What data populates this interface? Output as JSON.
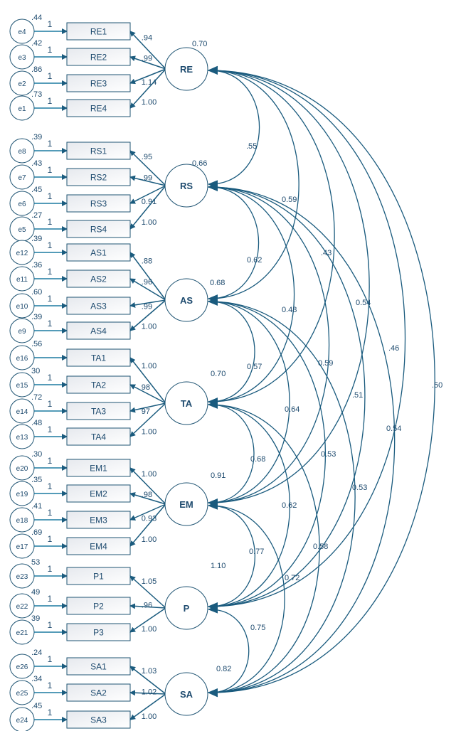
{
  "colors": {
    "path": "#1a5b7e",
    "text": "#1d4a6e",
    "box_stroke": "#1f5473"
  },
  "factors": [
    {
      "name": "RE",
      "variance": "0.70",
      "indicators": [
        {
          "name": "RE1",
          "error": "e4",
          "error_var": ".44",
          "fixed": "1",
          "loading": ".94"
        },
        {
          "name": "RE2",
          "error": "e3",
          "error_var": ".42",
          "fixed": "1",
          "loading": ".99"
        },
        {
          "name": "RE3",
          "error": "e2",
          "error_var": ".86",
          "fixed": "1",
          "loading": "1.14"
        },
        {
          "name": "RE4",
          "error": "e1",
          "error_var": ".73",
          "fixed": "1",
          "loading": "1.00"
        }
      ]
    },
    {
      "name": "RS",
      "variance": "0.66",
      "indicators": [
        {
          "name": "RS1",
          "error": "e8",
          "error_var": ".39",
          "fixed": "1",
          "loading": ".95"
        },
        {
          "name": "RS2",
          "error": "e7",
          "error_var": ".43",
          "fixed": "1",
          "loading": ".99"
        },
        {
          "name": "RS3",
          "error": "e6",
          "error_var": ".45",
          "fixed": "1",
          "loading": "0.91"
        },
        {
          "name": "RS4",
          "error": "e5",
          "error_var": ".27",
          "fixed": "1",
          "loading": "1.00"
        }
      ]
    },
    {
      "name": "AS",
      "variance": "0.68",
      "indicators": [
        {
          "name": "AS1",
          "error": "e12",
          "error_var": ".39",
          "fixed": "1",
          "loading": ".88"
        },
        {
          "name": "AS2",
          "error": "e11",
          "error_var": ".36",
          "fixed": "1",
          "loading": ".96"
        },
        {
          "name": "AS3",
          "error": "e10",
          "error_var": ".60",
          "fixed": "1",
          "loading": ".99"
        },
        {
          "name": "AS4",
          "error": "e9",
          "error_var": ".39",
          "fixed": "1",
          "loading": "1.00"
        }
      ]
    },
    {
      "name": "TA",
      "variance": "0.70",
      "indicators": [
        {
          "name": "TA1",
          "error": "e16",
          "error_var": ".56",
          "fixed": "",
          "loading": "1.00"
        },
        {
          "name": "TA2",
          "error": "e15",
          "error_var": "30",
          "fixed": "1",
          "loading": "98"
        },
        {
          "name": "TA3",
          "error": "e14",
          "error_var": ".72",
          "fixed": "1",
          "loading": "97"
        },
        {
          "name": "TA4",
          "error": "e13",
          "error_var": ".48",
          "fixed": "1",
          "loading": "1.00"
        }
      ]
    },
    {
      "name": "EM",
      "variance": "0.91",
      "indicators": [
        {
          "name": "EM1",
          "error": "e20",
          "error_var": ".30",
          "fixed": "1",
          "loading": "1.00"
        },
        {
          "name": "EM2",
          "error": "e19",
          "error_var": ".35",
          "fixed": "1",
          "loading": ".98"
        },
        {
          "name": "EM3",
          "error": "e18",
          "error_var": ".41",
          "fixed": "1",
          "loading": "0.93"
        },
        {
          "name": "EM4",
          "error": "e17",
          "error_var": ".69",
          "fixed": "1",
          "loading": "1.00"
        }
      ]
    },
    {
      "name": "P",
      "variance": "1.10",
      "indicators": [
        {
          "name": "P1",
          "error": "e23",
          "error_var": "53",
          "fixed": "1",
          "loading": "1.05"
        },
        {
          "name": "P2",
          "error": "e22",
          "error_var": "49",
          "fixed": "1",
          "loading": ".96"
        },
        {
          "name": "P3",
          "error": "e21",
          "error_var": "39",
          "fixed": "1",
          "loading": "1.00"
        }
      ]
    },
    {
      "name": "SA",
      "variance": "0.82",
      "indicators": [
        {
          "name": "SA1",
          "error": "e26",
          "error_var": ".24",
          "fixed": "1",
          "loading": "1.03"
        },
        {
          "name": "SA2",
          "error": "e25",
          "error_var": ".34",
          "fixed": "1",
          "loading": "1.02"
        },
        {
          "name": "SA3",
          "error": "e24",
          "error_var": ".45",
          "fixed": "1",
          "loading": "1.00"
        }
      ]
    }
  ],
  "covariances": [
    {
      "from": "RE",
      "to": "RS",
      "value": ".55"
    },
    {
      "from": "RE",
      "to": "AS",
      "value": "0.59"
    },
    {
      "from": "RE",
      "to": "TA",
      "value": ".43"
    },
    {
      "from": "RE",
      "to": "EM",
      "value": "0.54"
    },
    {
      "from": "RE",
      "to": "P",
      "value": ".46"
    },
    {
      "from": "RE",
      "to": "SA",
      "value": ".50"
    },
    {
      "from": "RS",
      "to": "AS",
      "value": "0.62"
    },
    {
      "from": "RS",
      "to": "TA",
      "value": "0.48"
    },
    {
      "from": "RS",
      "to": "EM",
      "value": "0.59"
    },
    {
      "from": "RS",
      "to": "P",
      "value": ".51"
    },
    {
      "from": "RS",
      "to": "SA",
      "value": "0.54"
    },
    {
      "from": "AS",
      "to": "TA",
      "value": "0.57"
    },
    {
      "from": "AS",
      "to": "EM",
      "value": "0.64"
    },
    {
      "from": "AS",
      "to": "P",
      "value": "0.53"
    },
    {
      "from": "AS",
      "to": "SA",
      "value": "0.53"
    },
    {
      "from": "TA",
      "to": "EM",
      "value": "0.68"
    },
    {
      "from": "TA",
      "to": "P",
      "value": "0.62"
    },
    {
      "from": "TA",
      "to": "SA",
      "value": "0.58"
    },
    {
      "from": "EM",
      "to": "P",
      "value": "0.77"
    },
    {
      "from": "EM",
      "to": "SA",
      "value": "0.72"
    },
    {
      "from": "P",
      "to": "SA",
      "value": "0.75"
    }
  ]
}
